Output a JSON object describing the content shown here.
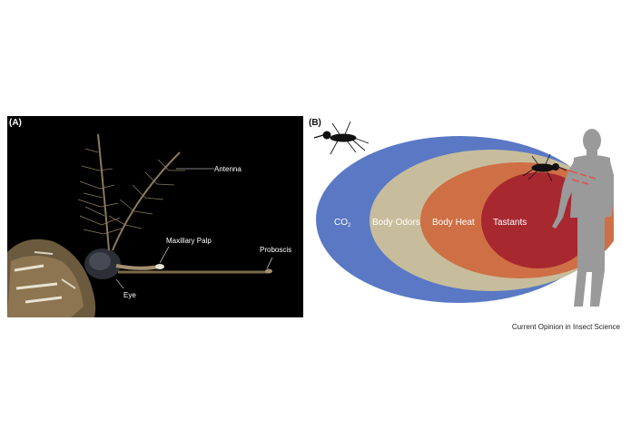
{
  "panel_a": {
    "label": "(A)",
    "annotations": {
      "antenna": "Antenna",
      "maxillary_palp": "Maxillary Palp",
      "proboscis": "Proboscis",
      "eye": "Eye"
    }
  },
  "panel_b": {
    "label": "(B)",
    "zones": {
      "co2_main": "CO",
      "co2_sub": "2",
      "body_odors": "Body Odors",
      "body_heat": "Body Heat",
      "tastants": "Tastants"
    },
    "colors": {
      "co2": "#5a78c4",
      "body_odors": "#c7bd9c",
      "body_heat": "#cf6f45",
      "tastants": "#a82830",
      "human": "#9a9a9a",
      "mosquito": "#111111"
    }
  },
  "credit": "Current Opinion in Insect Science"
}
